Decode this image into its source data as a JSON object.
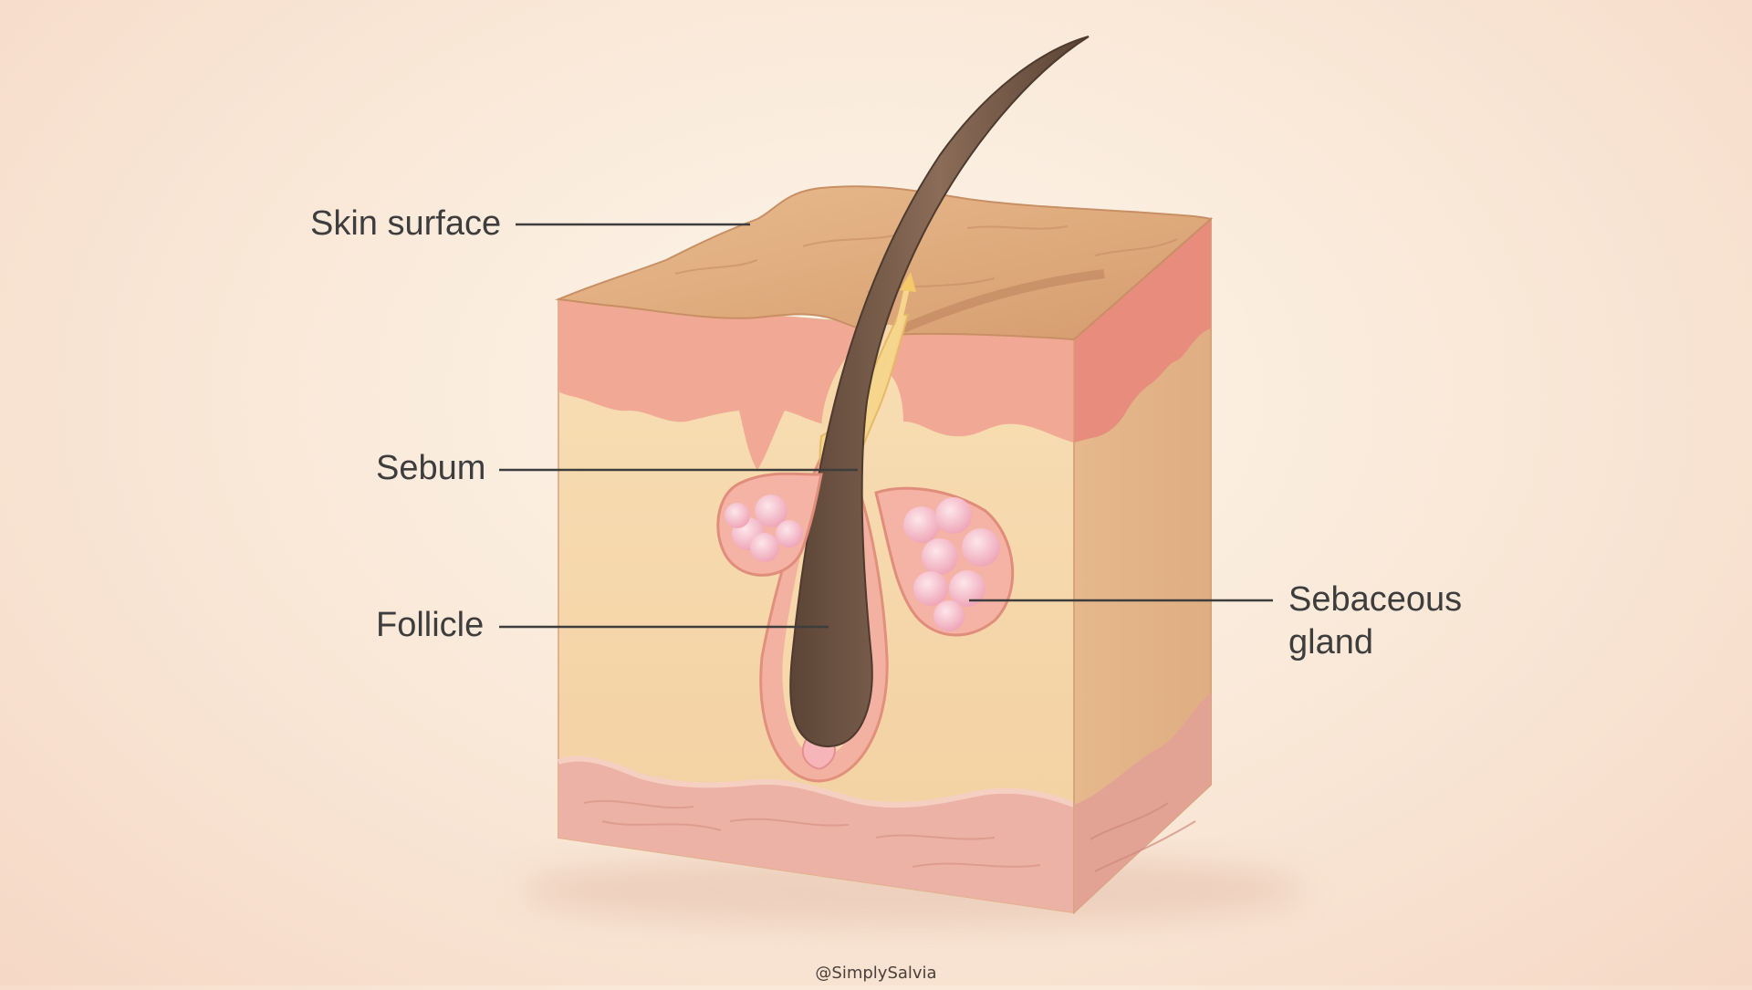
{
  "labels": {
    "skin_surface": "Skin surface",
    "sebum": "Sebum",
    "follicle": "Follicle",
    "sebaceous_gland_line1": "Sebaceous",
    "sebaceous_gland_line2": "gland"
  },
  "credit": "@SimplySalvia",
  "colors": {
    "background": "#fbeee0",
    "skin_top": "#dba779",
    "epidermis": "#f1a894",
    "dermis": "#f6d8ab",
    "subcutis": "#ecb2a6",
    "hair": "#6e5443",
    "sebum": "#f6d68c",
    "gland": "#f6c3cf",
    "leader_line": "#3d3d3d"
  }
}
